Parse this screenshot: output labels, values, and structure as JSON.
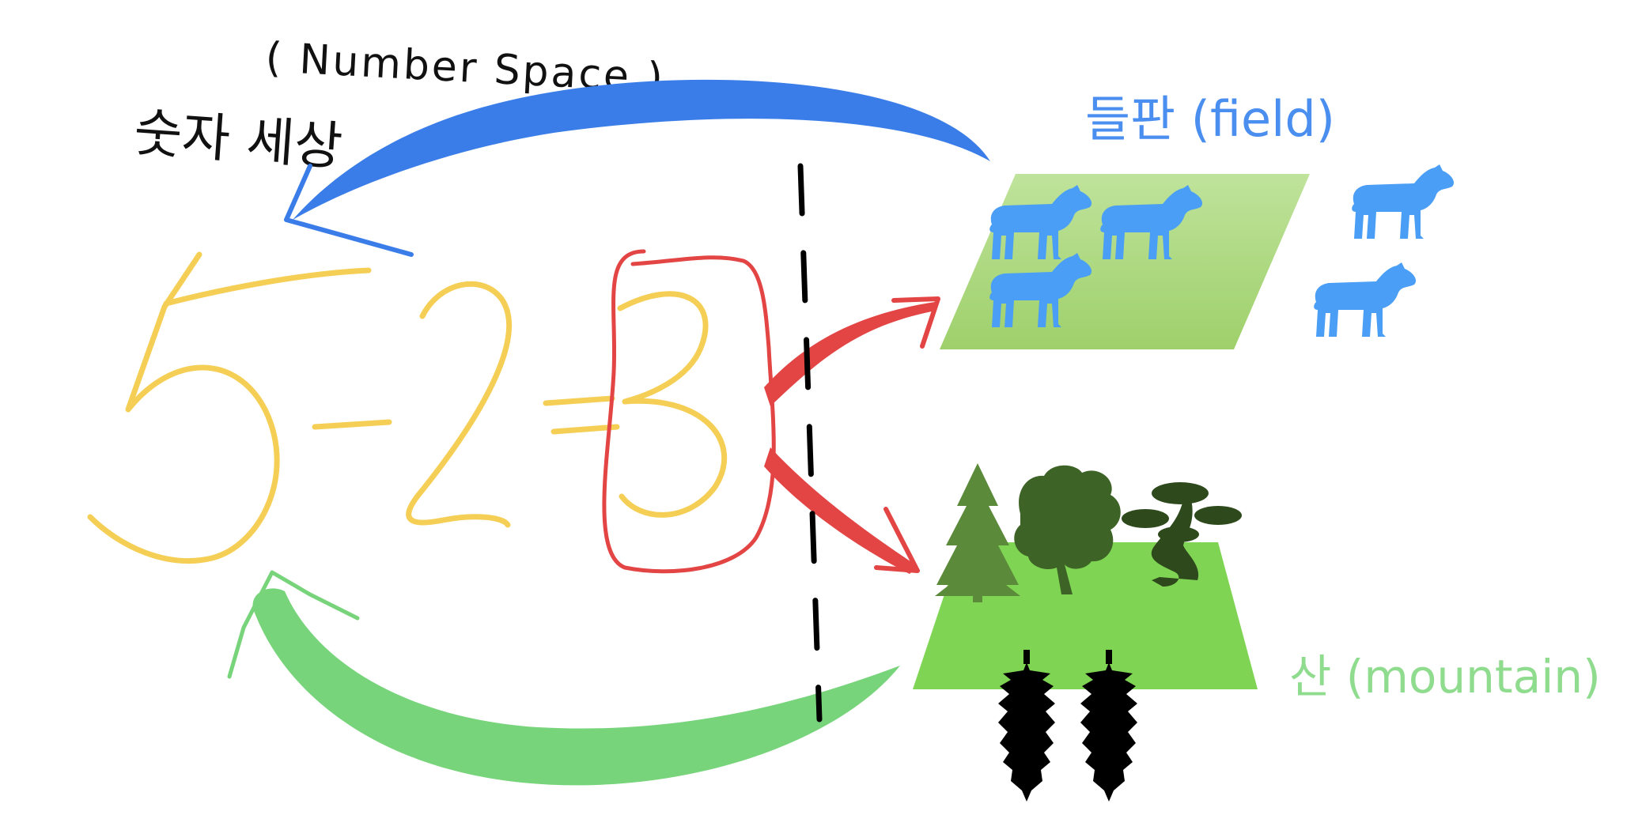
{
  "labels": {
    "number_space_korean": "숫자 세상",
    "number_space_english": "( Number Space )",
    "field": "들판 (field)",
    "mountain": "산 (mountain)"
  },
  "equation": {
    "left": "5",
    "op": "-",
    "right": "2",
    "equals": "=",
    "result": "3"
  },
  "colors": {
    "equation": "#f5cf55",
    "highlight": "#e34545",
    "number_space": "#111111",
    "field_arrow": "#3a7de8",
    "field_label": "#4a8ef0",
    "sheep": "#4a9ef5",
    "field_ground": "#a9d77c",
    "mountain_arrow": "#77d47a",
    "mountain_label": "#8fdc8f",
    "mountain_ground": "#7fd453",
    "pine": "#5b8a3a",
    "oak": "#3d6326",
    "bonsai": "#2e4a1d",
    "fallen_tree": "#000000",
    "divider": "#000000"
  },
  "icons": {
    "sheep": "sheep-icon",
    "pine": "pine-tree-icon",
    "oak": "oak-tree-icon",
    "bonsai": "bonsai-tree-icon",
    "fallen_tree": "upside-down-tree-icon"
  }
}
